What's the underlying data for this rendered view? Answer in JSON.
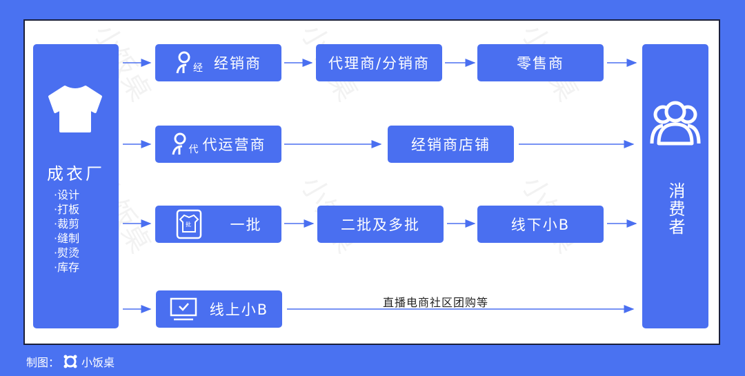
{
  "factory": {
    "title": "成衣厂",
    "steps": [
      "·设计",
      "·打板",
      "·裁剪",
      "·缝制",
      "·熨烫",
      "·库存"
    ]
  },
  "row1": {
    "a": "经销商",
    "a_icon_text": "经",
    "b": "代理商/分销商",
    "c": "零售商"
  },
  "row2": {
    "a": "代运营商",
    "a_icon_text": "代",
    "b": "经销商店铺"
  },
  "row3": {
    "a": "一批",
    "a_icon_text": "批",
    "b": "二批及多批",
    "c": "线下小B"
  },
  "row4": {
    "a": "线上小B",
    "arrow_label": "直播电商社区团购等"
  },
  "consumer": {
    "title": "消费者"
  },
  "footer": {
    "label": "制图：",
    "brand": "小饭桌"
  },
  "colors": {
    "background": "#4a72f1",
    "box": "#4a6ff0",
    "arrow": "#4a6ff0"
  }
}
